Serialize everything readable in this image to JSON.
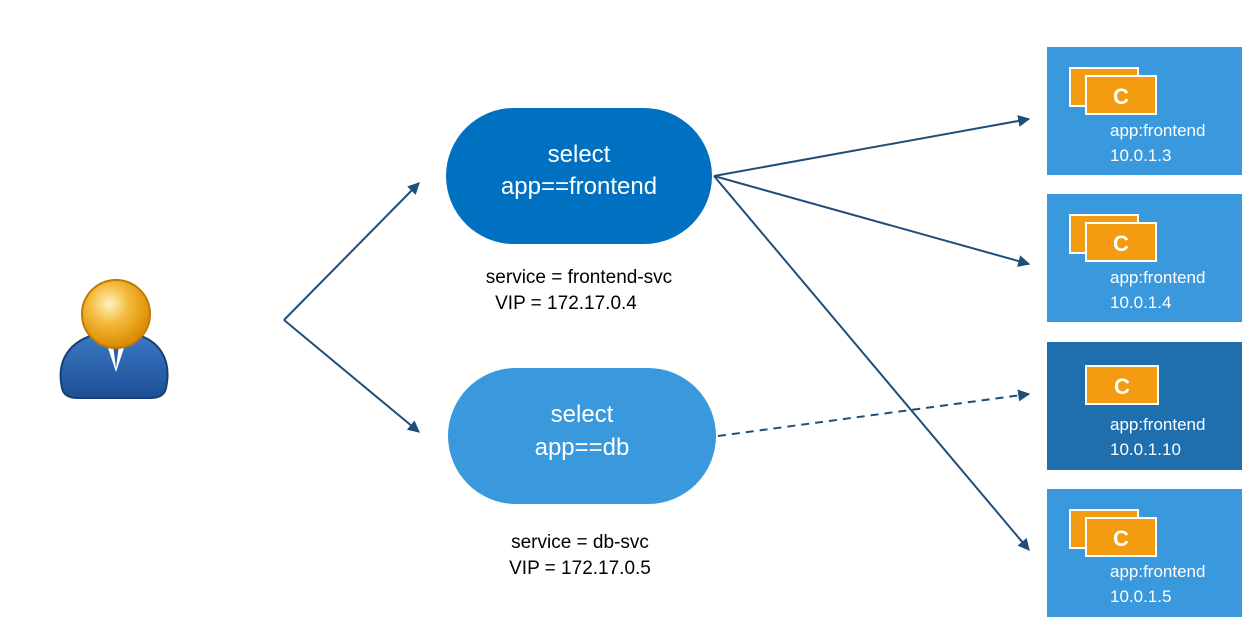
{
  "colors": {
    "background": "#ffffff",
    "edge": "#1f4e79",
    "service_primary": "#0070c0",
    "service_secondary": "#3a99dd",
    "pod_box": "#3a99dd",
    "pod_box_highlight": "#1f6ead",
    "container": "#f39c12",
    "container_border": "#ffffff",
    "service_text": "#ffffff",
    "label_text": "#000000",
    "pod_text": "#ffffff"
  },
  "client": {
    "icon": "user-icon"
  },
  "services": [
    {
      "id": "frontend",
      "line1": "select",
      "line2": "app==frontend",
      "name_label": "service = frontend-svc",
      "vip_label": "VIP = 172.17.0.4"
    },
    {
      "id": "db",
      "line1": "select",
      "line2": "app==db",
      "name_label": "service = db-svc",
      "vip_label": "VIP = 172.17.0.5"
    }
  ],
  "pods": [
    {
      "label": "app:frontend",
      "ip": "10.0.1.3",
      "container_letter": "C",
      "stacked": true,
      "highlight": false
    },
    {
      "label": "app:frontend",
      "ip": "10.0.1.4",
      "container_letter": "C",
      "stacked": true,
      "highlight": false
    },
    {
      "label": "app:frontend",
      "ip": "10.0.1.10",
      "container_letter": "C",
      "stacked": false,
      "highlight": true
    },
    {
      "label": "app:frontend",
      "ip": "10.0.1.5",
      "container_letter": "C",
      "stacked": true,
      "highlight": false
    }
  ],
  "edges": [
    {
      "from": "client",
      "to": "service-frontend",
      "style": "solid"
    },
    {
      "from": "client",
      "to": "service-db",
      "style": "solid"
    },
    {
      "from": "service-frontend",
      "to": "pod-1",
      "style": "solid"
    },
    {
      "from": "service-frontend",
      "to": "pod-2",
      "style": "solid"
    },
    {
      "from": "service-frontend",
      "to": "pod-4",
      "style": "solid"
    },
    {
      "from": "service-db",
      "to": "pod-3",
      "style": "dashed"
    }
  ]
}
